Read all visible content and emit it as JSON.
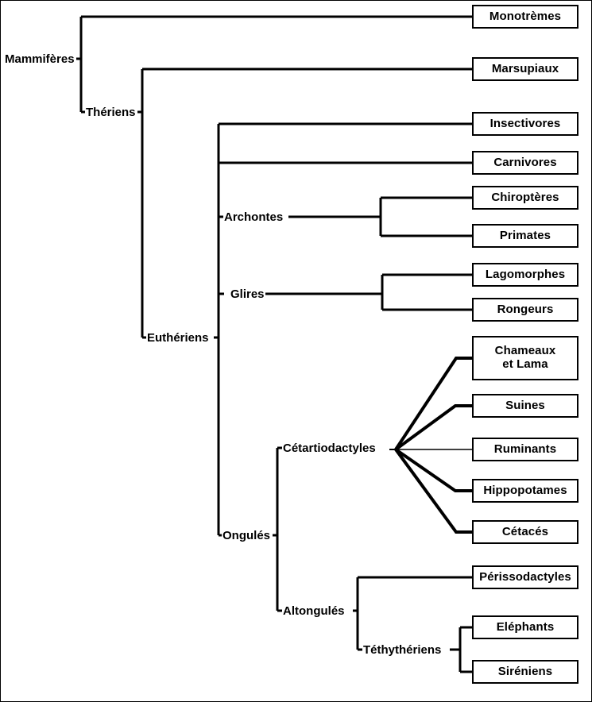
{
  "figure": {
    "kind": "cladogram",
    "subject": "Phylogénie des Mammifères",
    "language": "fr",
    "line_color": "#000000",
    "background_color": "#ffffff"
  },
  "root": {
    "label": "Mammifères"
  },
  "internal_nodes": [
    {
      "id": "mammiferes",
      "label": "Mammifères"
    },
    {
      "id": "theriens",
      "label": "Thériens"
    },
    {
      "id": "eutheriens",
      "label": "Euthériens"
    },
    {
      "id": "archontes",
      "label": "Archontes"
    },
    {
      "id": "glires",
      "label": "Glires"
    },
    {
      "id": "ongules",
      "label": "Ongulés"
    },
    {
      "id": "cetartiodactyles",
      "label": "Cétartiodactyles"
    },
    {
      "id": "altongules",
      "label": "Altongulés"
    },
    {
      "id": "tethytheriens",
      "label": "Téthythériens"
    }
  ],
  "terminal_taxa": [
    {
      "id": "monotremes",
      "label": "Monotrèmes"
    },
    {
      "id": "marsupiaux",
      "label": "Marsupiaux"
    },
    {
      "id": "insectivores",
      "label": "Insectivores"
    },
    {
      "id": "carnivores",
      "label": "Carnivores"
    },
    {
      "id": "chiropteres",
      "label": "Chiroptères"
    },
    {
      "id": "primates",
      "label": "Primates"
    },
    {
      "id": "lagomorphes",
      "label": "Lagomorphes"
    },
    {
      "id": "rongeurs",
      "label": "Rongeurs"
    },
    {
      "id": "chameaux",
      "label": "Chameaux\net Lama"
    },
    {
      "id": "suines",
      "label": "Suines"
    },
    {
      "id": "ruminants",
      "label": "Ruminants"
    },
    {
      "id": "hippopotames",
      "label": "Hippopotames"
    },
    {
      "id": "cetaces",
      "label": "Cétacés"
    },
    {
      "id": "perissodactyles",
      "label": "Périssodactyles"
    },
    {
      "id": "elephants",
      "label": "Eléphants"
    },
    {
      "id": "sireniens",
      "label": "Siréniens"
    }
  ],
  "topology": {
    "Mammifères": [
      "Monotrèmes",
      "Thériens"
    ],
    "Thériens": [
      "Marsupiaux",
      "Euthériens"
    ],
    "Euthériens": [
      "Insectivores",
      "Carnivores",
      "Archontes",
      "Glires",
      "Ongulés"
    ],
    "Archontes": [
      "Chiroptères",
      "Primates"
    ],
    "Glires": [
      "Lagomorphes",
      "Rongeurs"
    ],
    "Ongulés": [
      "Cétartiodactyles",
      "Altongulés"
    ],
    "Cétartiodactyles": [
      "Chameaux et Lama",
      "Suines",
      "Ruminants",
      "Hippopotames",
      "Cétacés"
    ],
    "Altongulés": [
      "Périssodactyles",
      "Téthythériens"
    ],
    "Téthythériens": [
      "Eléphants",
      "Siréniens"
    ]
  }
}
